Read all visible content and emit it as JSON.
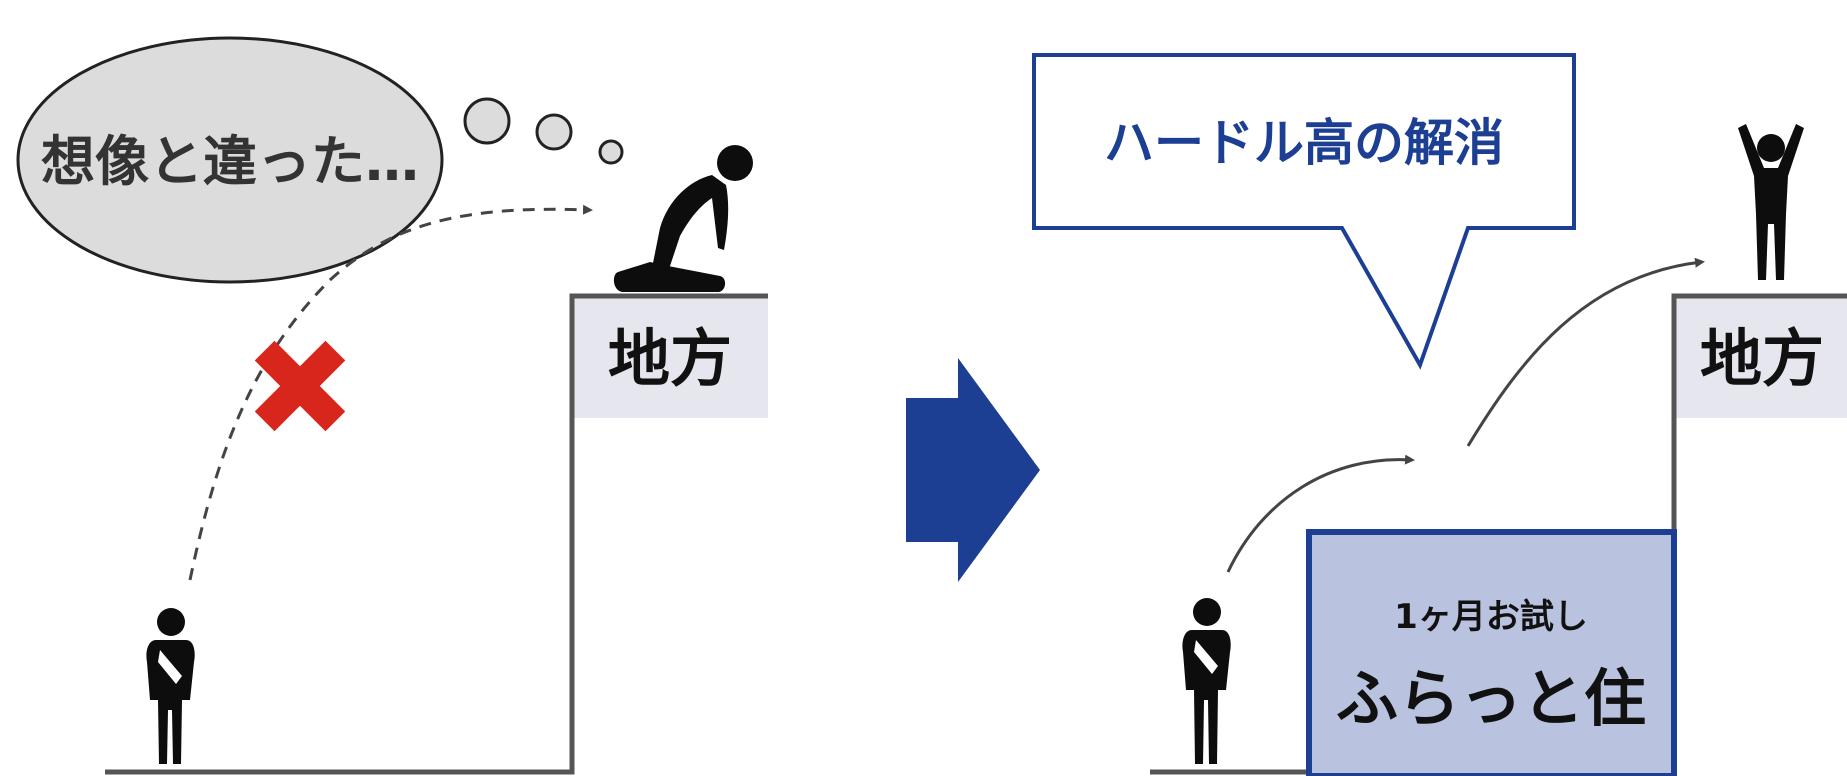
{
  "left_panel": {
    "thought_text": "想像と違った…",
    "destination_label": "地方"
  },
  "right_panel": {
    "callout_text": "ハードル高の解消",
    "trial_line1": "1ヶ月お試し",
    "trial_line2": "ふらっと住",
    "destination_label": "地方"
  },
  "icons": {
    "fail_mark": "red-x-icon",
    "arrow": "blue-right-arrow-icon",
    "thinking_person": "thinking-person-icon",
    "kneeling_person": "kneeling-despair-person-icon",
    "cheering_person": "cheering-person-icon"
  },
  "colors": {
    "accent_blue": "#1c3f94",
    "trial_box_fill": "#b9c3df",
    "step_top_fill": "#e6e6ee",
    "bubble_fill": "#dcdcdc",
    "fail_red": "#d9261c",
    "figure": "#0d0d0d"
  }
}
